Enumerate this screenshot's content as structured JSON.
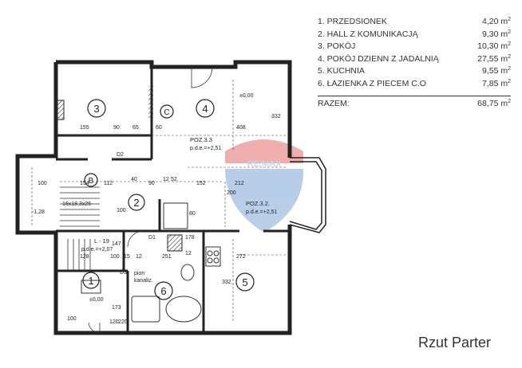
{
  "legend": {
    "rooms": [
      {
        "label": "1. PRZEDSIONEK",
        "area": "4,20",
        "unit": "m"
      },
      {
        "label": "2. HALL Z KOMUNIKACJĄ",
        "area": "9,30",
        "unit": "m"
      },
      {
        "label": "3. POKÓJ",
        "area": "10,30",
        "unit": "m"
      },
      {
        "label": "4. POKÓJ DZIENN Z JADALNIĄ",
        "area": "27,55",
        "unit": "m"
      },
      {
        "label": "5. KUCHNIA",
        "area": "9,55",
        "unit": "m"
      },
      {
        "label": "6. ŁAZIENKA Z PIECEM C.O",
        "area": "7,85",
        "unit": "m"
      }
    ],
    "total_label": "RAZEM:",
    "total_area": "68,75",
    "total_unit": "m",
    "superscript": "2"
  },
  "caption": "Rzut Parter",
  "watermark": "RE/MAX",
  "plan": {
    "room_numbers": [
      "1",
      "2",
      "3",
      "4",
      "5",
      "6"
    ],
    "axis_letters": [
      "B",
      "C"
    ],
    "level_main": "±0,00",
    "level_entry": "±0,00",
    "level_stairs": "-1,28",
    "poz_33": "POZ.3.3",
    "pde_33": "p.d.e.=+2,51",
    "poz_32": "POZ.3.2.",
    "pde_32": "p.d.e.=+2,51",
    "l19": "L - 19",
    "pde_l19": "p.d.e.=+2,07",
    "stairs": "16x18,3x25",
    "pion": "pion",
    "kanaliz": "kanaliz.",
    "labels": {
      "d155": "155",
      "d90a": "90",
      "d65": "65",
      "d60": "60",
      "d408": "408",
      "d332a": "332",
      "d100a": "100",
      "d154": "154",
      "d112": "112",
      "d40": "40",
      "d90b": "90",
      "d12a": "12",
      "d52": "52",
      "d152": "152",
      "d200": "200",
      "d212": "212",
      "d100b": "100",
      "d80": "80",
      "d128": "128",
      "d100c": "100",
      "d15": "15",
      "d12b": "12",
      "d251": "251",
      "d12c": "12",
      "d178": "178",
      "d272": "272",
      "d332b": "332",
      "d147": "147",
      "d173": "173",
      "d120": "120",
      "d220": "220",
      "d100d": "100",
      "D1": "D1",
      "D2": "D2",
      "D3": "D3"
    }
  }
}
